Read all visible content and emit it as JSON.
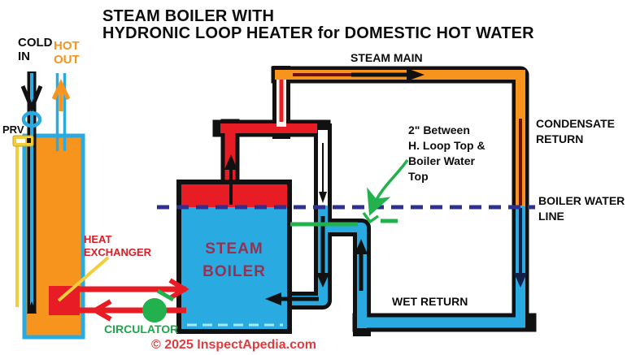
{
  "title": {
    "line1": "STEAM BOILER WITH",
    "line2": "HYDRONIC LOOP HEATER for DOMESTIC HOT WATER"
  },
  "water_heater": {
    "cold_in": [
      "COLD",
      "IN"
    ],
    "hot_out": [
      "HOT",
      "OUT"
    ],
    "prv": "PRV",
    "heat_exchanger": [
      "HEAT",
      "EXCHANGER"
    ],
    "circulator": "CIRCULATOR"
  },
  "boiler": {
    "name": [
      "STEAM",
      "BOILER"
    ]
  },
  "piping": {
    "steam_main": "STEAM MAIN",
    "condensate_return": [
      "CONDENSATE",
      "RETURN"
    ],
    "boiler_water_line": [
      "BOILER WATER",
      "LINE"
    ],
    "wet_return": "WET RETURN"
  },
  "annotation": {
    "lines": [
      "2\" Between",
      "H. Loop Top &",
      "Boiler Water",
      "Top"
    ]
  },
  "footer": {
    "copyright": "© 2025 InspectApedia.com"
  },
  "colors": {
    "hot_water_orange": "#F7941D",
    "pipe_blue": "#29ABE2",
    "steam_red": "#E81C24",
    "dark_red_line": "#701010",
    "boiler_water_navy": "#2E3192",
    "flow_arrow_navy": "#15204A",
    "green": "#22B14C",
    "prv_yellow": "#F2CE3A",
    "boiler_text_maroon": "#97314F",
    "copyright_red": "#E23B3F",
    "cyan_dash": "#A5EAF8",
    "outline_black": "#111111",
    "label_black": "#0d0d0d"
  }
}
